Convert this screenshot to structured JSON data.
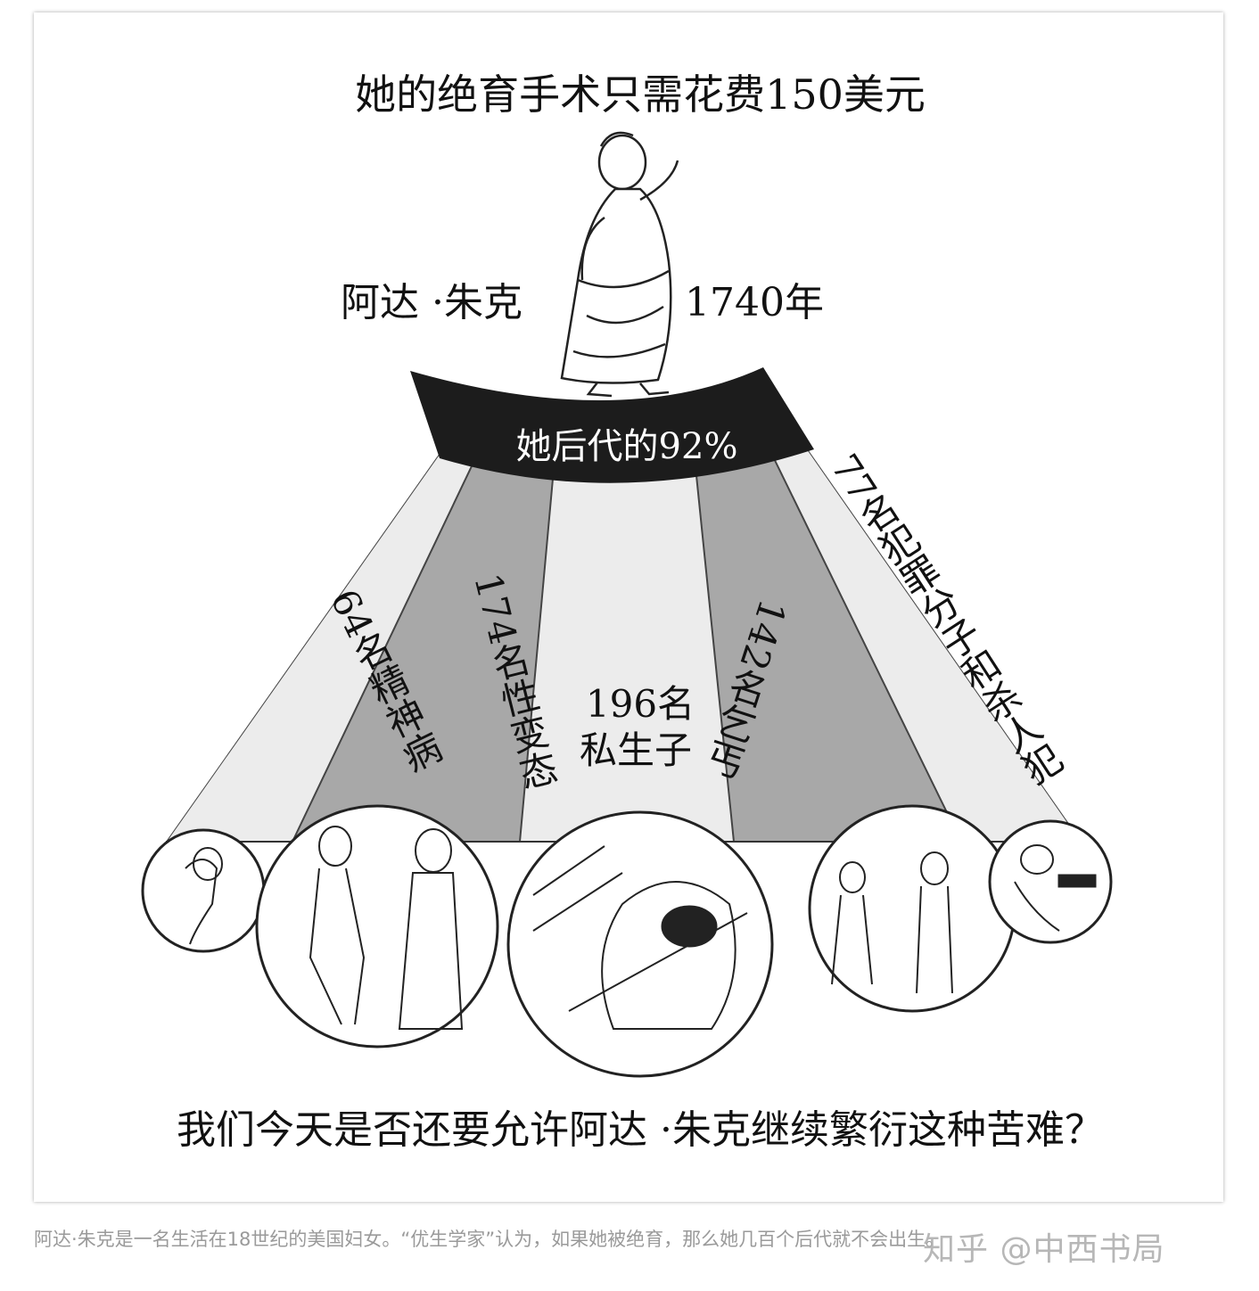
{
  "diagram": {
    "title": "她的绝育手术只需花费150美元",
    "person_name": "阿达 ·朱克",
    "year": "1740年",
    "descendants": "她后代的92%",
    "groups": [
      {
        "count": "64名",
        "label": "精神病"
      },
      {
        "count": "174名",
        "label": "性变态"
      },
      {
        "count": "196名",
        "label": "私生子"
      },
      {
        "count": "142名",
        "label": "乞丐"
      },
      {
        "count": "77名",
        "label": "犯罪分子和杀人犯"
      }
    ],
    "bottom_question": "我们今天是否还要允许阿达 ·朱克继续繁衍这种苦难？"
  },
  "caption": "阿达·朱克是一名生活在18世纪的美国妇女。“优生学家”认为，如果她被绝育，那么她几百个后代就不会出生。",
  "watermark": "知乎 @中西书局",
  "colors": {
    "band_dark": "#1c1c1c",
    "stripe_gray": "#a8a8a8",
    "stripe_light": "#ececec",
    "caption": "#9a9a9a"
  }
}
